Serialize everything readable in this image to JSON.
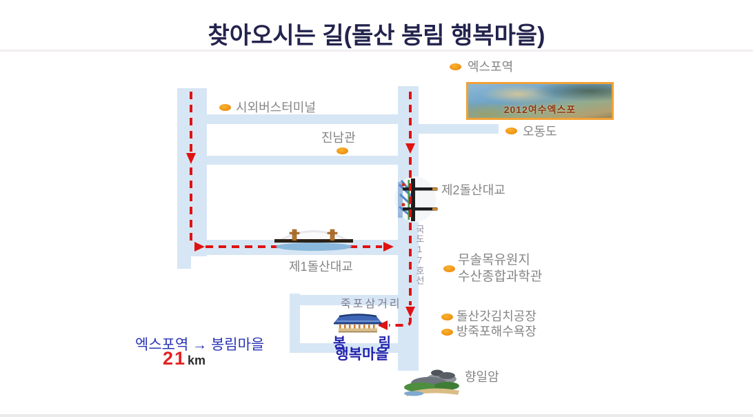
{
  "page": {
    "title": "찾아오시는 길(돌산 봉림 행복마을)"
  },
  "landmarks": {
    "expo_station": "엑스포역",
    "bus_terminal": "시외버스터미널",
    "jinnamgwan": "진남관",
    "odongdo": "오동도",
    "bridge2": "제2돌산대교",
    "bridge1": "제1돌산대교",
    "musolmok_park": "무솔목유원지",
    "fisheries_museum": "수산종합과학관",
    "kimchi_factory": "돌산갓김치공장",
    "bangjukpo_beach": "방죽포해수욕장",
    "hyangiram": "향일암"
  },
  "roads": {
    "route17_label": "국도17호선",
    "jukpo_junction": "죽포삼거리"
  },
  "village": {
    "name_a": "봉",
    "name_b": "림",
    "name_line2": "행복마을"
  },
  "expo_photo": {
    "caption": "2012여수엑스포"
  },
  "route_summary": {
    "text": "엑스포역 → 봉림마을",
    "distance": "21",
    "unit": "km"
  },
  "colors": {
    "road": "#d7e6f4",
    "route": "#e01212",
    "marker": "#f0941e",
    "label_gray": "#858585",
    "title_navy": "#23234e",
    "village_blue": "#2323ad",
    "distance_red": "#e32222"
  }
}
